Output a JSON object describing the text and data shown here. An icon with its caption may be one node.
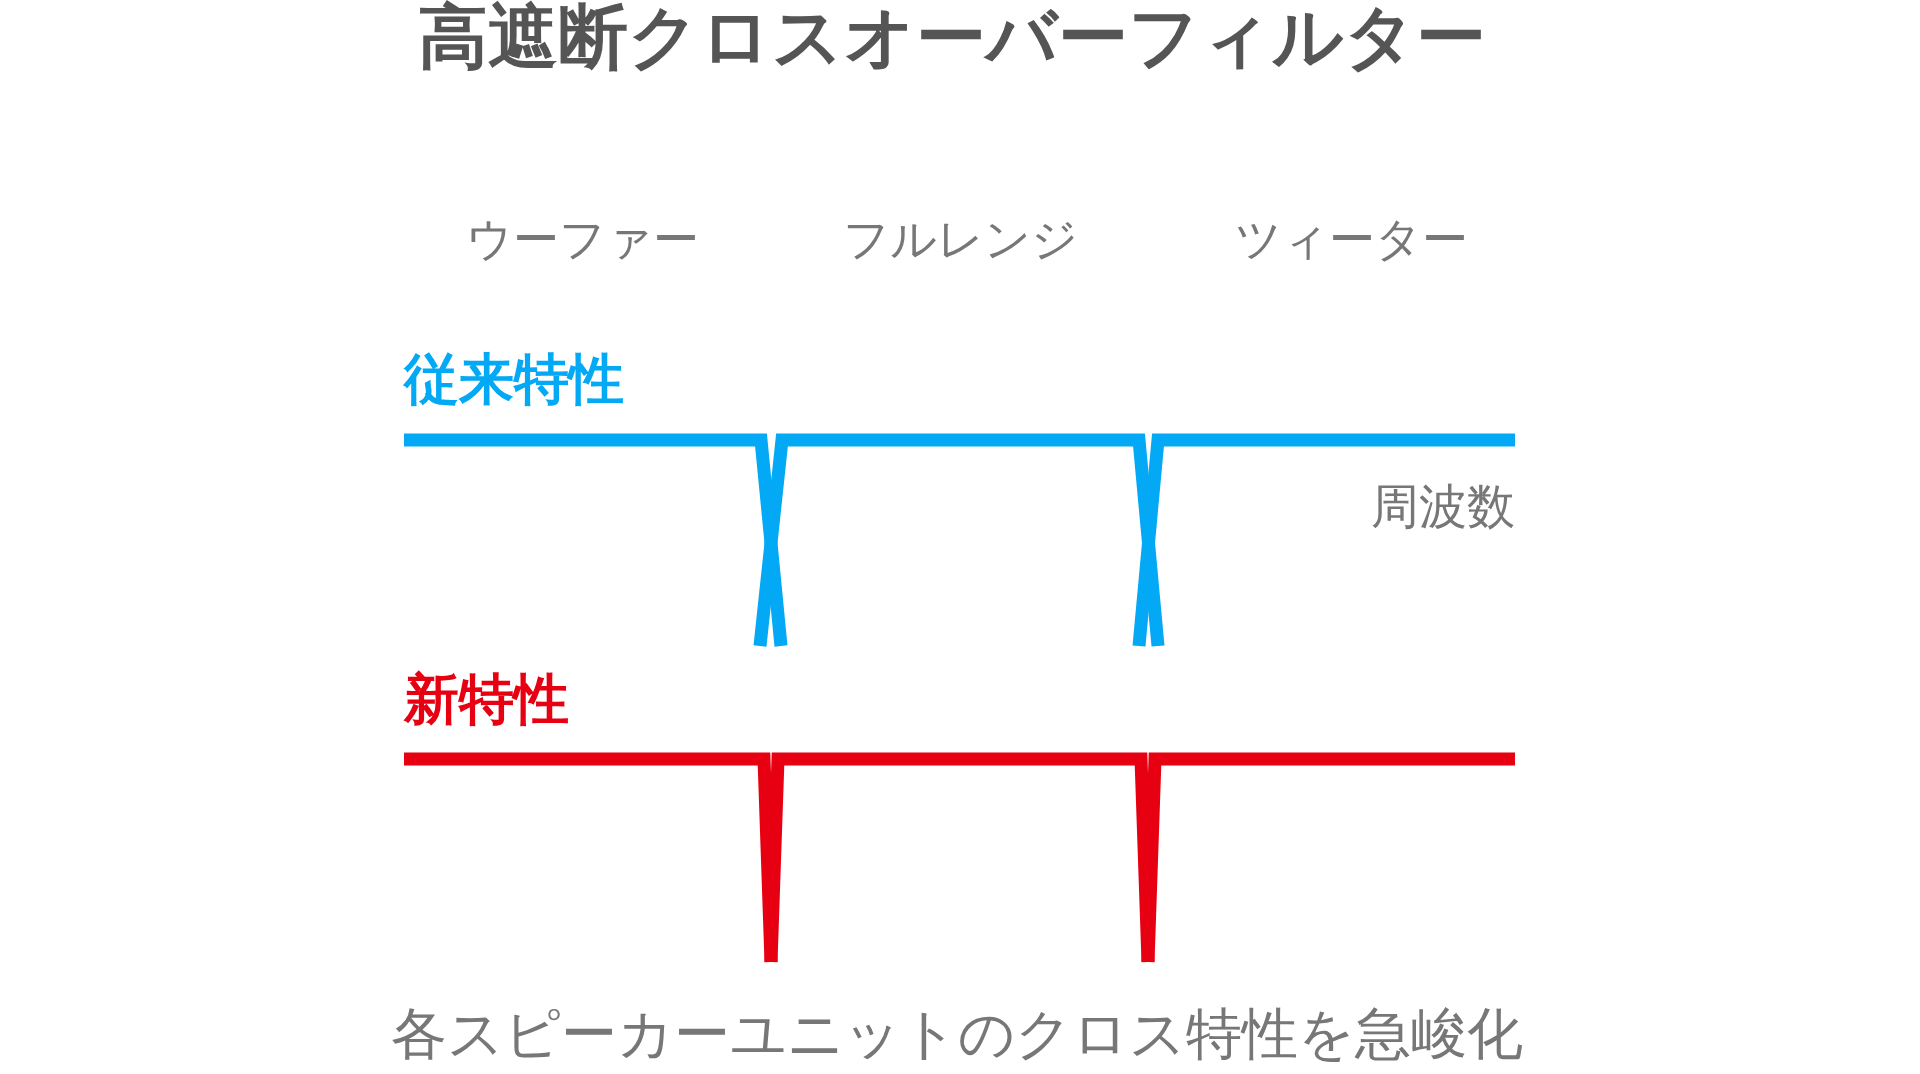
{
  "diagram": {
    "title": "高遮断クロスオーバーフィルター",
    "labels": [
      "ウーファー",
      "フルレンジ",
      "ツィーター",
      "従来特性",
      "周波数",
      "新特性"
    ],
    "caption": "各スピーカーユニットのクロス特性を急峻化"
  }
}
